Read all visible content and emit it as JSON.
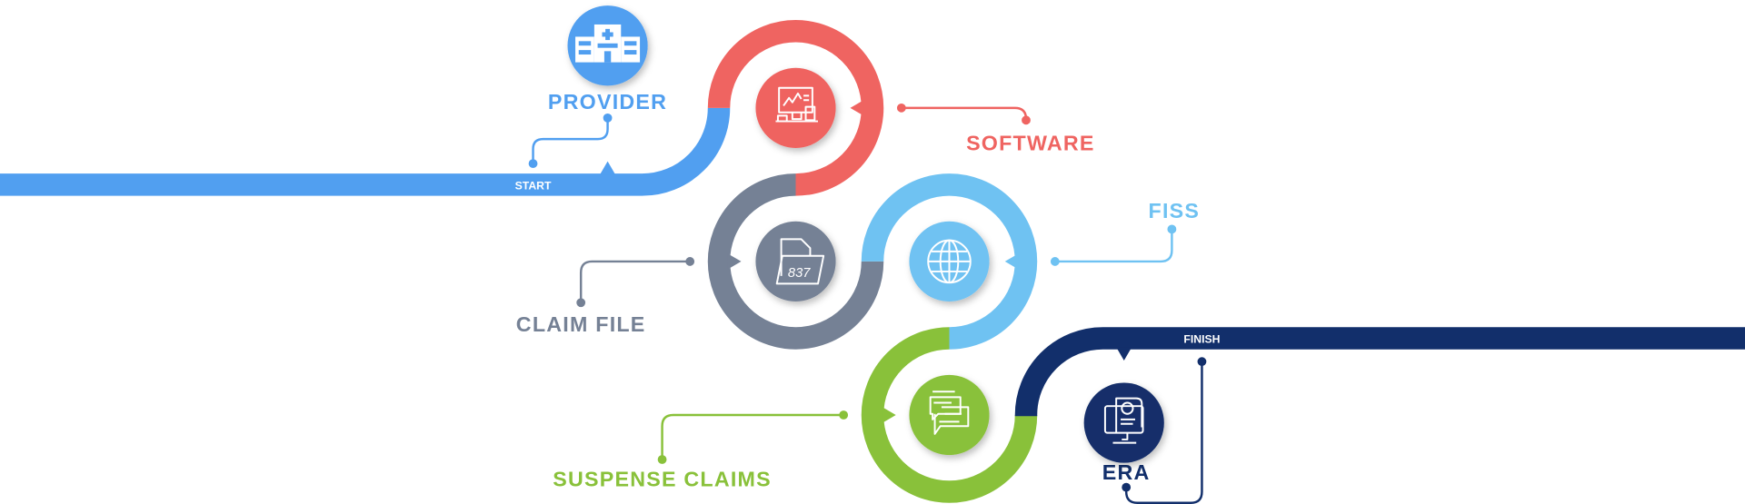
{
  "start_label": "START",
  "finish_label": "FINISH",
  "steps": [
    {
      "label": "PROVIDER",
      "icon": "hospital-icon",
      "color": "#519ff0"
    },
    {
      "label": "SOFTWARE",
      "icon": "computer-workstation-icon",
      "color": "#ef6461"
    },
    {
      "label": "CLAIM FILE",
      "icon": "837-file-folder-icon",
      "icon_text": "837",
      "color": "#758195"
    },
    {
      "label": "FISS",
      "icon": "globe-icon",
      "color": "#6fc2f2"
    },
    {
      "label": "SUSPENSE CLAIMS",
      "icon": "chat-bubbles-icon",
      "color": "#89c13a"
    },
    {
      "label": "ERA",
      "icon": "payment-remittance-monitor-icon",
      "color": "#122f6b"
    }
  ]
}
